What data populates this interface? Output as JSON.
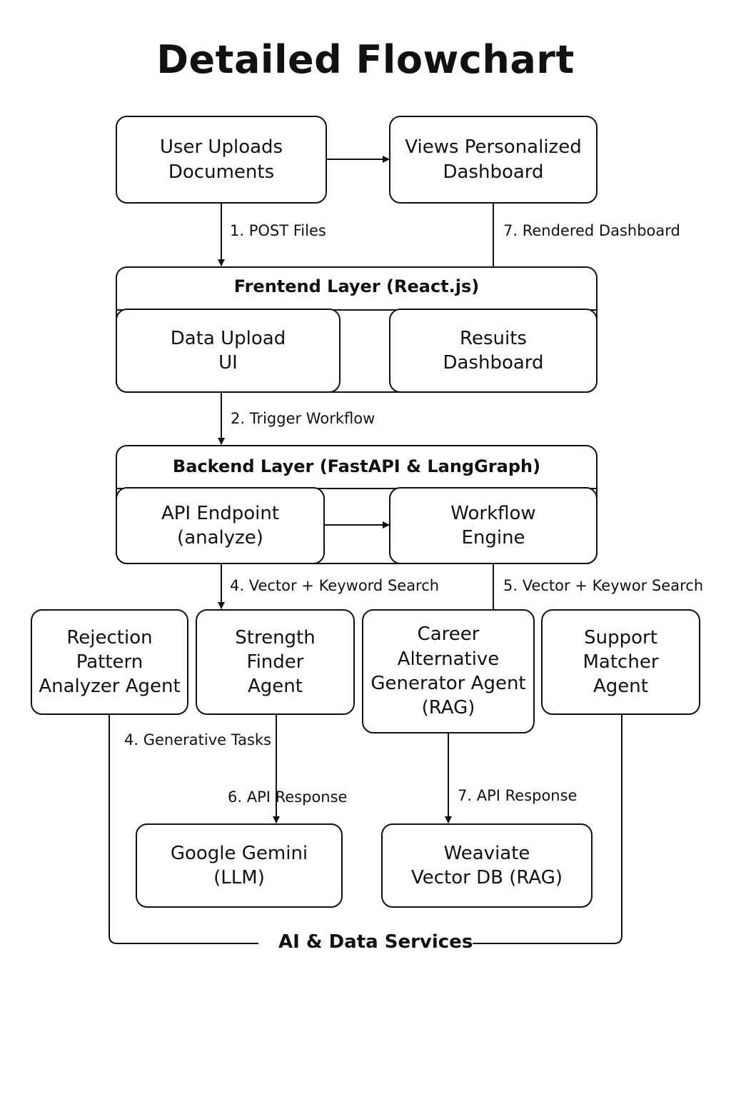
{
  "title": "Detailed Flowchart",
  "nodes": {
    "user_uploads": "User Uploads\nDocuments",
    "views_dashboard": "Views Personalized\nDashboard",
    "data_upload_ui": "Data Upload\nUI",
    "results_dashboard": "Resuits\nDashboard",
    "api_endpoint": "API Endpoint\n(analyze)",
    "workflow_engine": "Workflow\nEngine",
    "rejection_agent": "Rejection\nPattern\nAnalyzer Agent",
    "strength_agent": "Strength\nFinder\nAgent",
    "career_agent": "Career\nAlternative\nGenerator Agent\n(RAG)",
    "support_agent": "Support\nMatcher\nAgent",
    "google_gemini": "Google Gemini\n(LLM)",
    "weaviate": "Weaviate\nVector DB (RAG)"
  },
  "layers": {
    "frontend": "Frentend Layer (React.js)",
    "backend": "Backend Layer (FastAPI & LangGraph)",
    "services": "AI & Data Services"
  },
  "edges": {
    "post_files": "1. POST Files",
    "rendered_dashboard": "7. Rendered Dashboard",
    "trigger_workflow": "2. Trigger Workflow",
    "vector_keyword_search": "4. Vector + Keyword Search",
    "vector_keywor_search": "5. Vector + Keywor Search",
    "generative_tasks": "4. Generative Tasks",
    "api_response_6": "6. API Response",
    "api_response_7": "7. API Response"
  }
}
